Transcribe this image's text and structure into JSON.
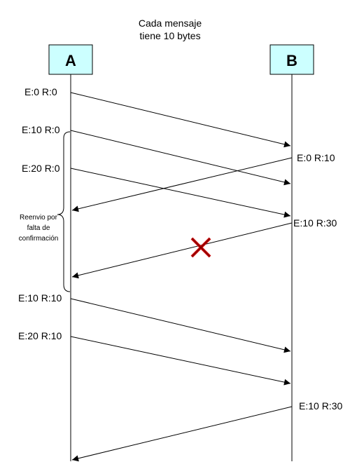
{
  "note_lines": [
    "Cada mensaje",
    "tiene 10 bytes"
  ],
  "entities": {
    "a": "A",
    "b": "B"
  },
  "labels_a": [
    "E:0 R:0",
    "E:10 R:0",
    "E:20 R:0",
    "E:10 R:10",
    "E:20 R:10"
  ],
  "labels_b": [
    "E:0 R:10",
    "E:10 R:30",
    "E:10 R:30"
  ],
  "resend_note": [
    "Reenvio por",
    "falta de",
    "confirmación"
  ],
  "colors": {
    "box_fill": "#ccffff",
    "lost_mark": "#cc0000",
    "line": "#000000"
  }
}
